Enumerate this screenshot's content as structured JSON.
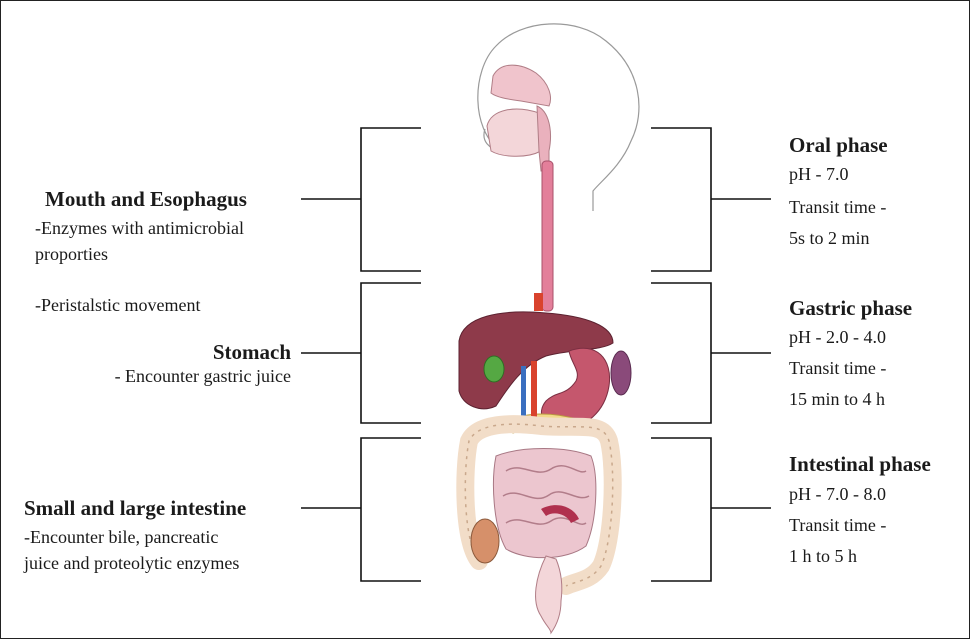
{
  "left": {
    "mouth": {
      "title": "Mouth and Esophagus",
      "line1": "-Enzymes with antimicrobial",
      "line2": "proporties",
      "line3": "-Peristalstic movement"
    },
    "stomach": {
      "title": "Stomach",
      "line1": "- Encounter gastric juice"
    },
    "intestine": {
      "title": "Small and large intestine",
      "line1": "-Encounter bile, pancreatic",
      "line2": "juice and proteolytic enzymes"
    }
  },
  "right": {
    "oral": {
      "title": "Oral phase",
      "ph": "pH - 7.0",
      "transit_label": "Transit time -",
      "transit_value": "5s to 2 min"
    },
    "gastric": {
      "title": "Gastric phase",
      "ph": "pH - 2.0 - 4.0",
      "transit_label": "Transit time -",
      "transit_value": "15 min to 4 h"
    },
    "intestinal": {
      "title": "Intestinal phase",
      "ph": "pH - 7.0 - 8.0",
      "transit_label": "Transit time -",
      "transit_value": "1 h to 5 h"
    }
  }
}
